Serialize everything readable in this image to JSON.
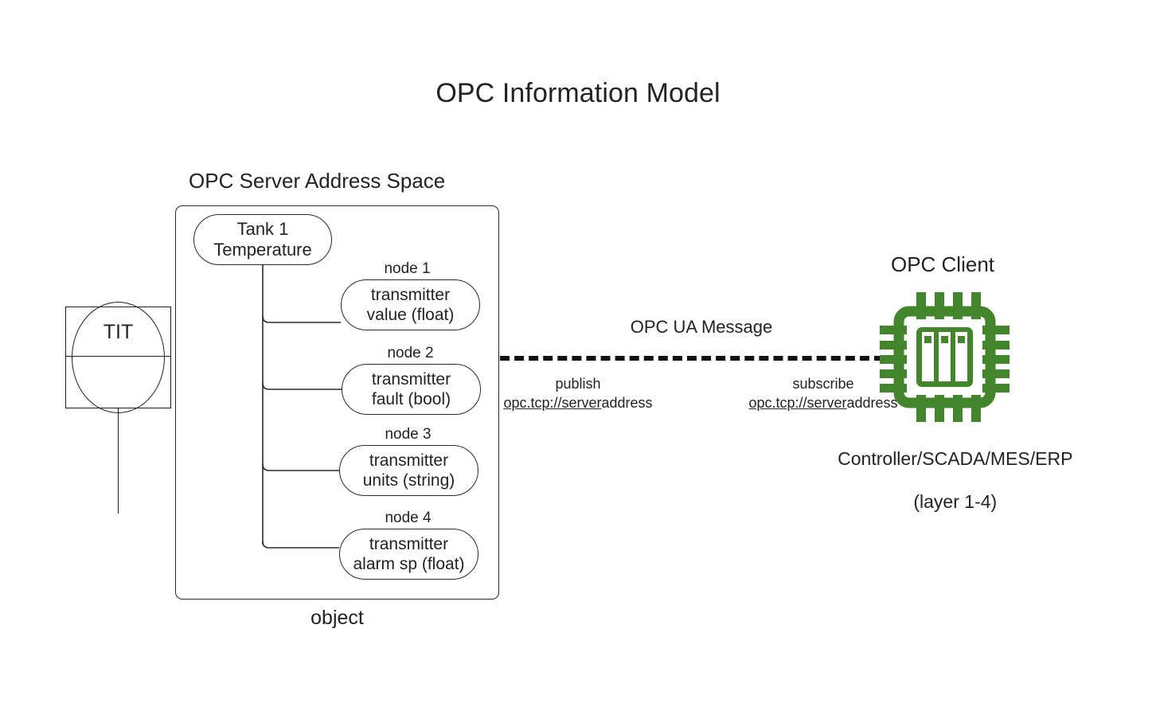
{
  "title": "OPC Information Model",
  "server": {
    "space_label": "OPC Server Address Space",
    "object_label": "object",
    "root_node": {
      "line1": "Tank 1",
      "line2": "Temperature"
    },
    "nodes": [
      {
        "caption": "node 1",
        "line1": "transmitter",
        "line2": "value (float)"
      },
      {
        "caption": "node 2",
        "line1": "transmitter",
        "line2": "fault (bool)"
      },
      {
        "caption": "node 3",
        "line1": "transmitter",
        "line2": "units (string)"
      },
      {
        "caption": "node 4",
        "line1": "transmitter",
        "line2": "alarm sp (float)"
      }
    ]
  },
  "field_device": {
    "tag": "TIT"
  },
  "message": {
    "label": "OPC UA Message",
    "publish": {
      "verb": "publish",
      "address_link": "opc.tcp://server",
      "address_rest": "address"
    },
    "subscribe": {
      "verb": "subscribe",
      "address_link": "opc.tcp://server",
      "address_rest": "address"
    }
  },
  "client": {
    "label": "OPC Client",
    "role_line1": "Controller/SCADA/MES/ERP",
    "role_line2": "(layer 1-4)",
    "icon": "cpu-chip-icon",
    "icon_color": "#43852a"
  },
  "colors": {
    "background": "#ffffff",
    "stroke": "#2a2a2a",
    "text": "#232323",
    "accent_green": "#43852a"
  }
}
